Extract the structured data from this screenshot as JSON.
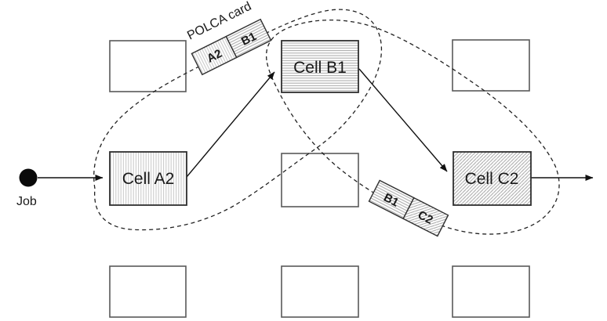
{
  "diagram": {
    "labels": {
      "polca_card": "POLCA card",
      "job": "Job"
    },
    "cells": {
      "a2": {
        "label": "Cell A2",
        "hatch": "vertical-lines"
      },
      "b1": {
        "label": "Cell B1",
        "hatch": "horizontal-lines"
      },
      "c2": {
        "label": "Cell C2",
        "hatch": "diagonal-lines"
      }
    },
    "cards": [
      {
        "id": "card-a2-b1",
        "left": "A2",
        "right": "B1"
      },
      {
        "id": "card-b1-c2",
        "left": "B1",
        "right": "C2"
      }
    ],
    "colors": {
      "background": "#ffffff",
      "line": "#1a1a1a",
      "empty_box_border": "#595959",
      "cell_box_border": "#2f2f2f",
      "hatch_vertical": "#c6c6c6",
      "hatch_horizontal": "#a6a6a6",
      "hatch_diagonal": "#a9a9a9",
      "dash_loop": "#222222",
      "job_dot": "#0a0a0a"
    }
  }
}
